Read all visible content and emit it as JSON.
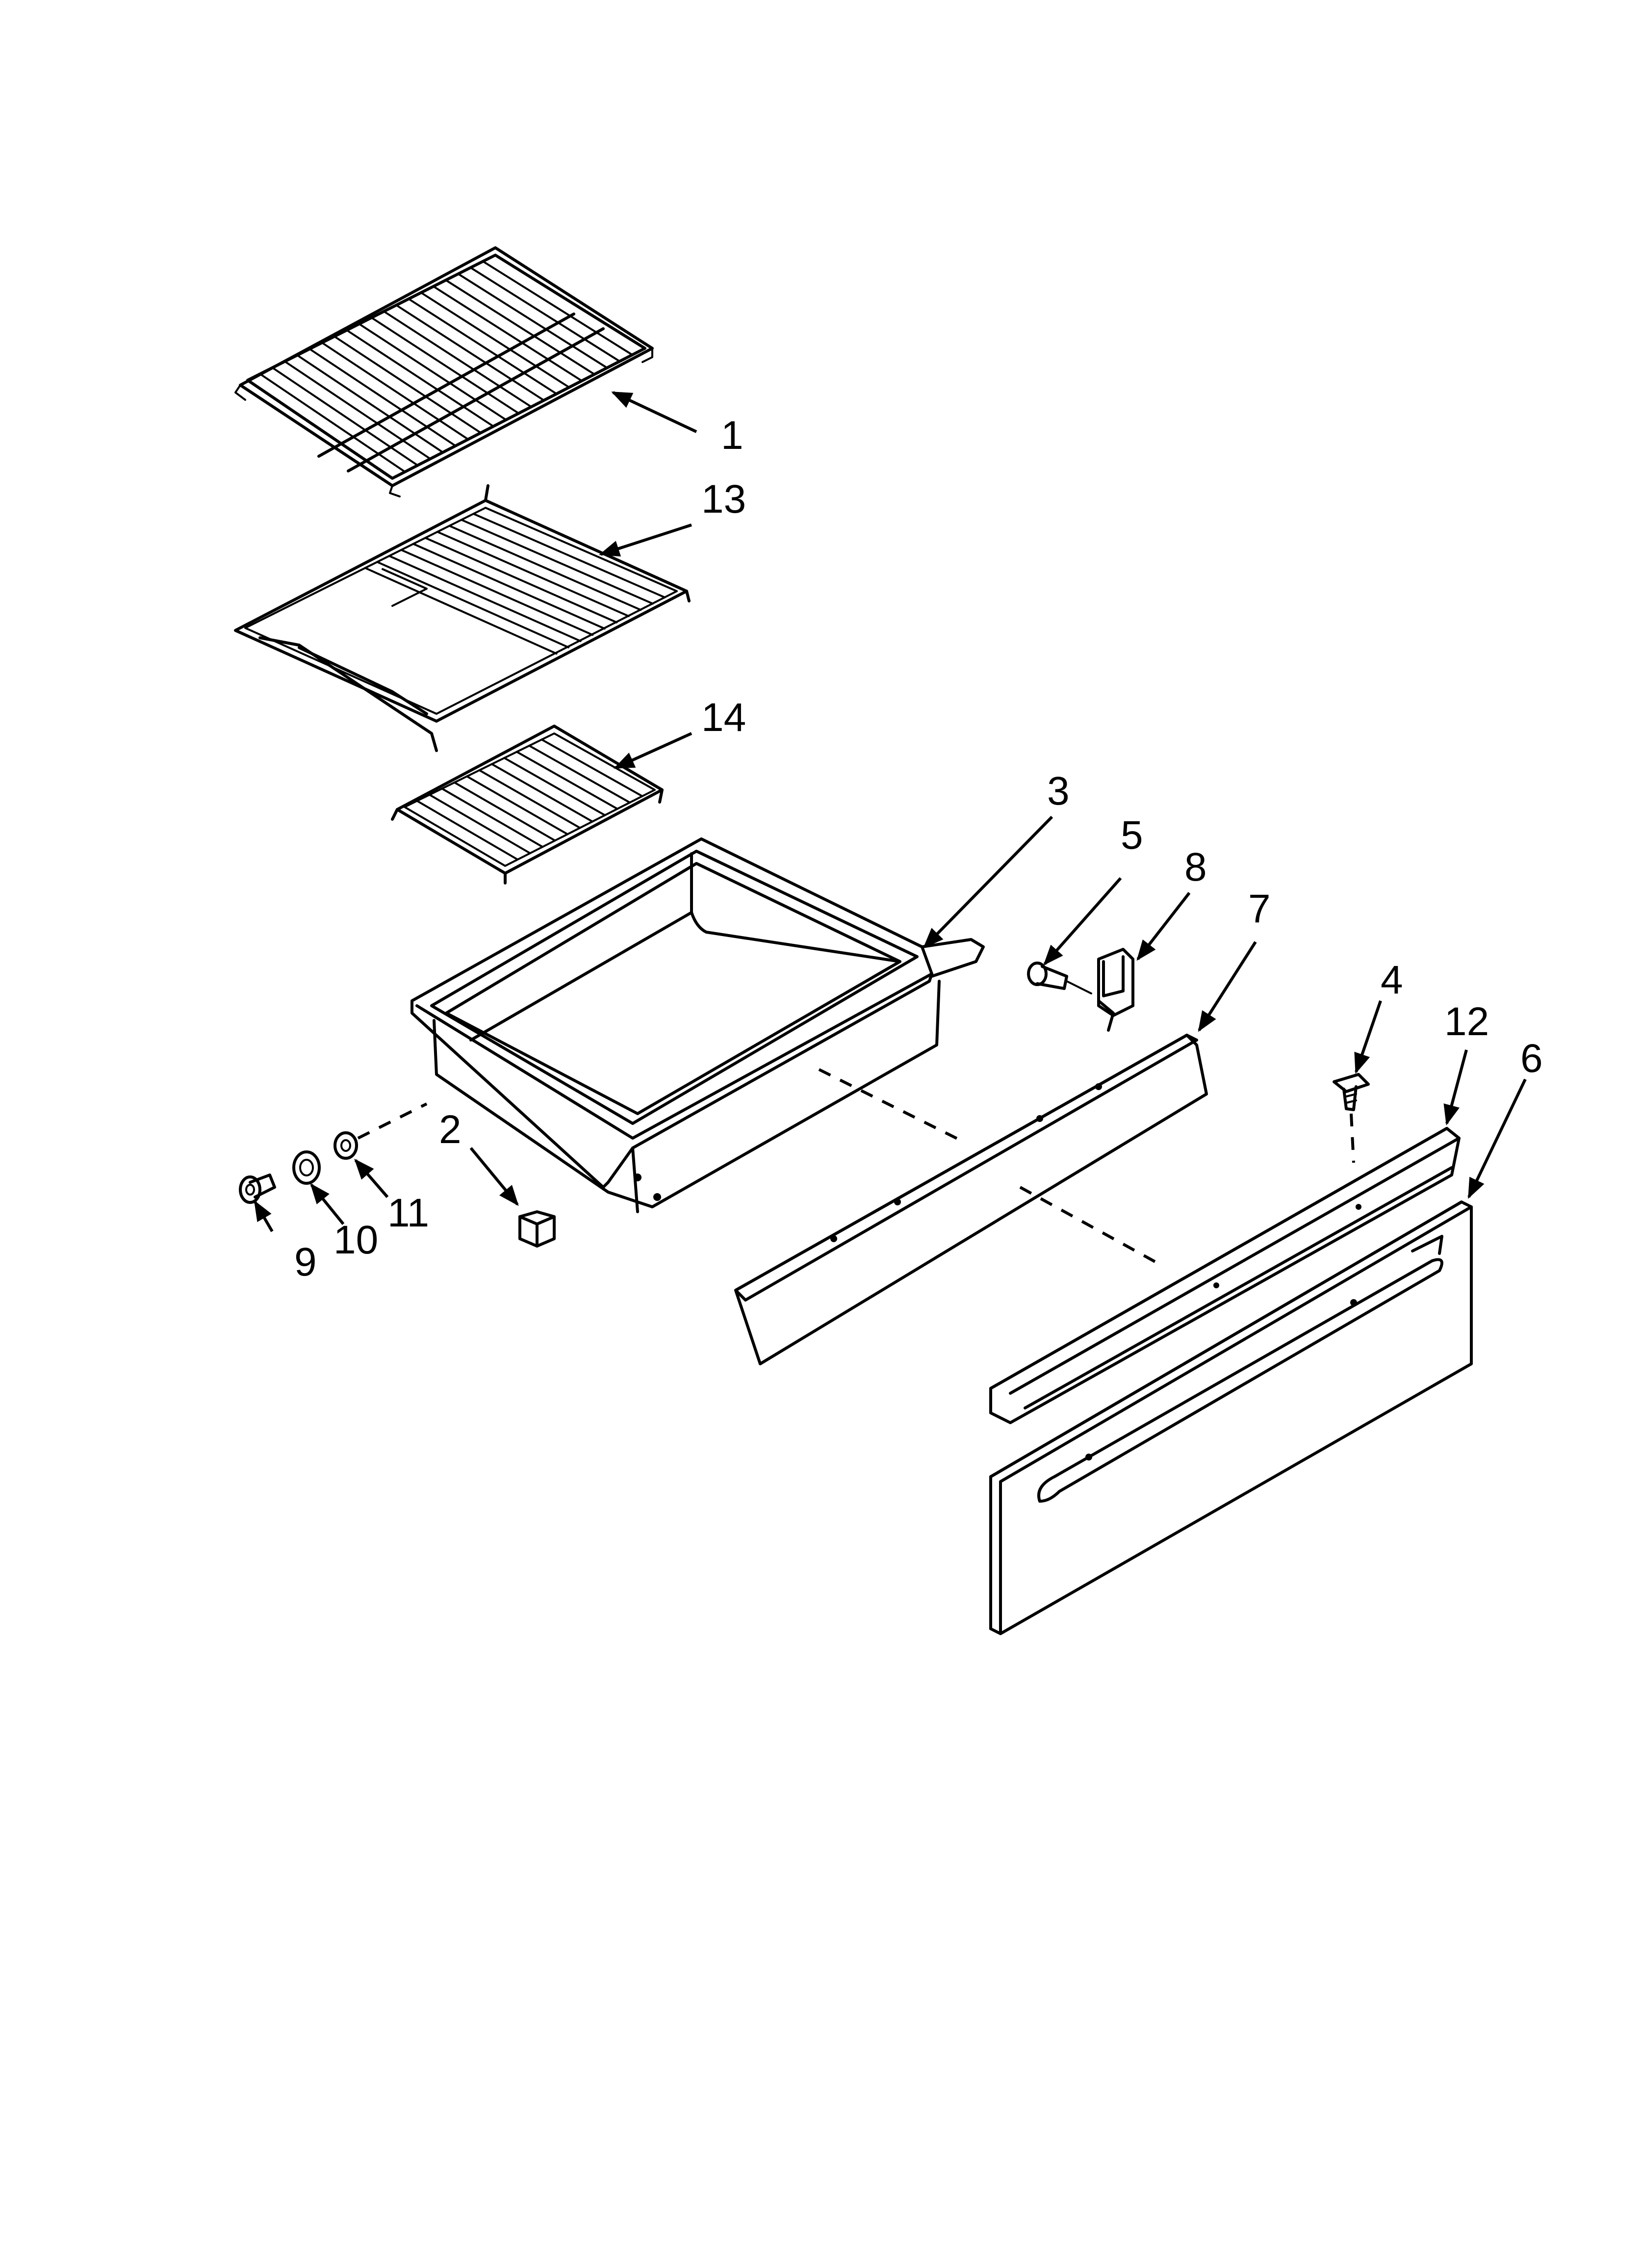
{
  "diagram": {
    "labels": {
      "p1": "1",
      "p2": "2",
      "p3": "3",
      "p4": "4",
      "p5": "5",
      "p6": "6",
      "p7": "7",
      "p8": "8",
      "p9": "9",
      "p10": "10",
      "p11": "11",
      "p12": "12",
      "p13": "13",
      "p14": "14"
    }
  }
}
